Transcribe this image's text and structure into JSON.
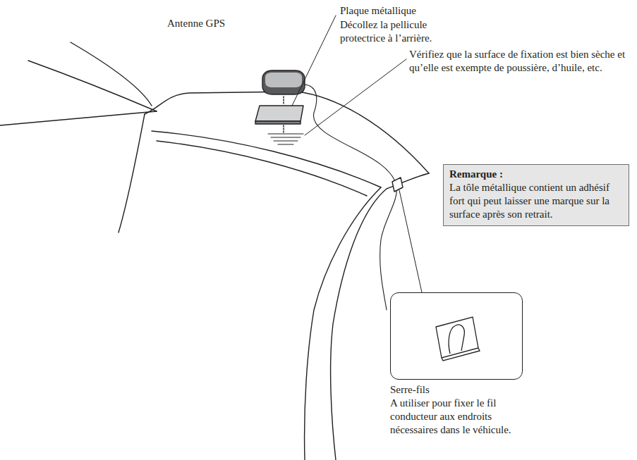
{
  "diagram": {
    "nodes": [
      {
        "text": [
          "Remarque :",
          "La tôle métallique contient un adhésif fort qui peut laisser une marque sur la surface après son retrait."
        ]
      },
      {
        "text": [
          "Serre-fils",
          "A utiliser pour fixer le fil conducteur aux endroits nécessaires dans le véhicule."
        ]
      }
    ],
    "labels": [
      "Antenne GPS",
      "Plaque métallique",
      "Décollez la pellicule protectrice à l’arrière.",
      "Vérifiez que la surface de fixation est bien sèche et qu’elle est exempte de poussière, d’huile, etc."
    ]
  }
}
